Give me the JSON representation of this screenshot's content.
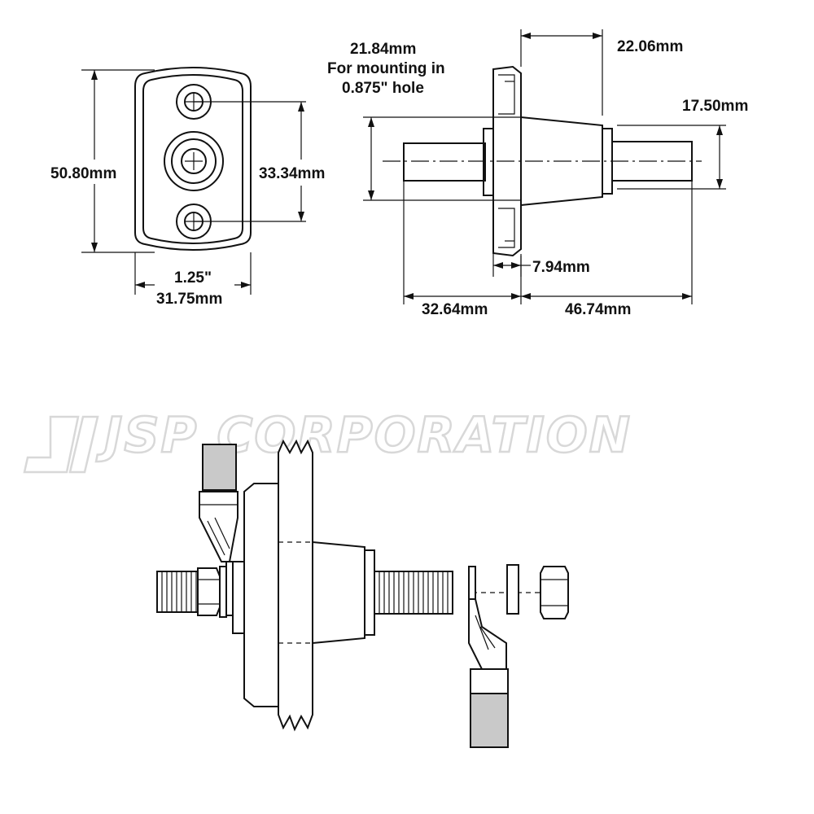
{
  "watermark": "JSP CORPORATION",
  "dimensions": {
    "front_height": "50.80mm",
    "hole_spacing": "33.34mm",
    "width_in": "1.25\"",
    "width_mm": "31.75mm",
    "mount_dia": "21.84mm",
    "mount_note_1": "For mounting in",
    "mount_note_2": "0.875\" hole",
    "right_length": "22.06mm",
    "stud_dia": "17.50mm",
    "flange_thk": "7.94mm",
    "left_length": "32.64mm",
    "rear_length": "46.74mm"
  }
}
